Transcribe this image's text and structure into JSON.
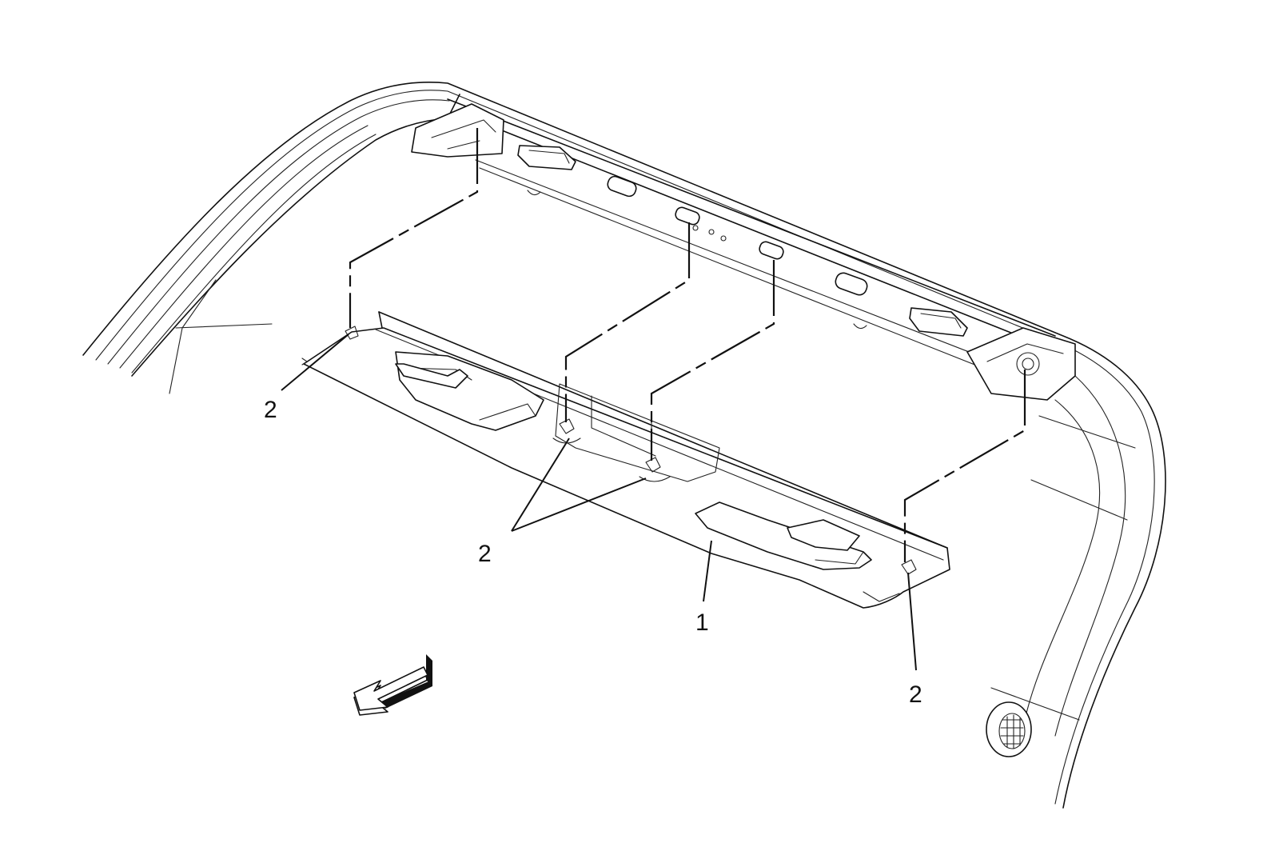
{
  "callouts": {
    "trim_panel": "1",
    "retainer_left": "2",
    "retainer_center": "2",
    "retainer_right": "2"
  }
}
